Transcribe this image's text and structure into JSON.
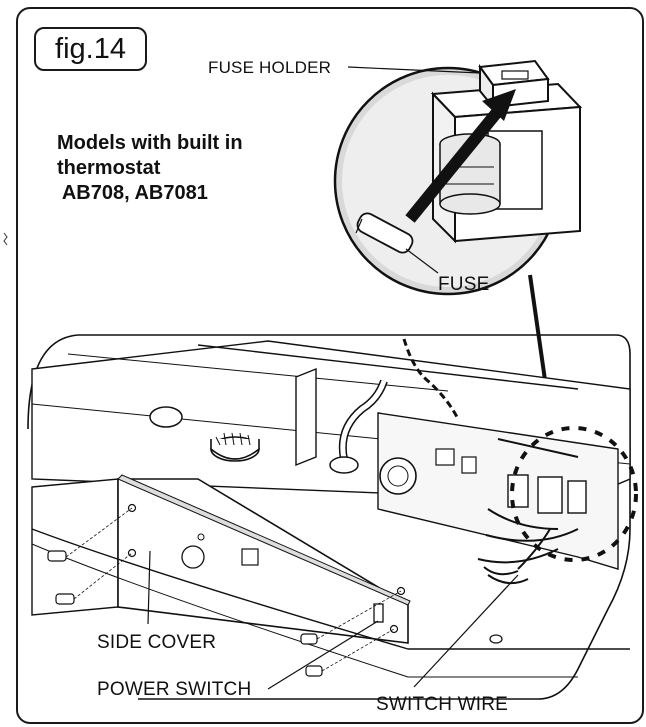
{
  "figure": {
    "label": "fig.14",
    "title": "Models with built in\nthermostat\n AB708, AB7081"
  },
  "callouts": {
    "fuse_holder": "FUSE HOLDER",
    "fuse": "FUSE",
    "side_cover": "SIDE COVER",
    "power_switch": "POWER SWITCH",
    "switch_wire": "SWITCH WIRE"
  },
  "colors": {
    "ink": "#111111",
    "paper": "#ffffff",
    "shade": "#d9d9d9"
  }
}
